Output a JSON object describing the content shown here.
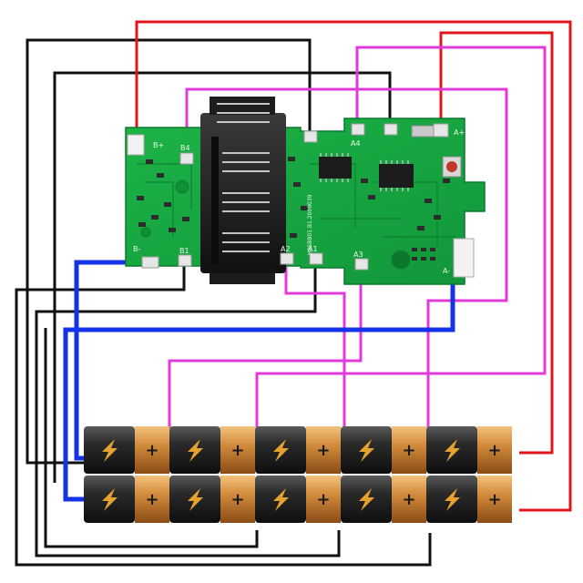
{
  "board": {
    "pad_labels": {
      "b_plus_top": "B+",
      "b_minus": "B-",
      "a_plus": "A+",
      "b1": "B1",
      "a1": "A1",
      "a2": "A2",
      "a_minus": "A-",
      "a3": "A3",
      "a4": "A4",
      "b4": "B4"
    },
    "silkscreen": "H8SBB01 B1.2009039"
  },
  "cell_terminal": "+",
  "colors": {
    "board": "#17a53f",
    "board_dark": "#0c7a2c",
    "red_wire": "#e0161c",
    "black_wire": "#111111",
    "blue_wire": "#1432e6",
    "magenta_wire": "#e23ad8",
    "cell_body": "#2a2a2a",
    "cell_cap": "#d08a3c",
    "bolt": "#e6a231"
  },
  "icons": [
    "lightning-bolt-icon",
    "plus-terminal-icon",
    "reset-button-icon"
  ]
}
